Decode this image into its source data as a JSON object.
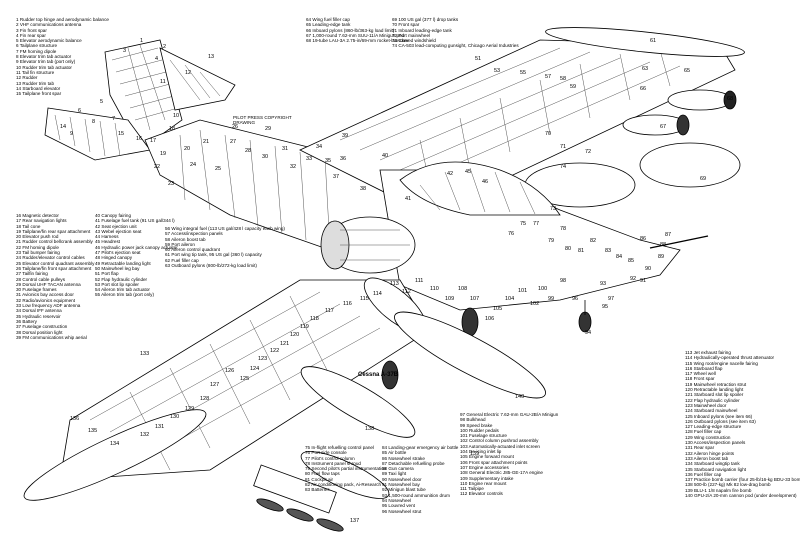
{
  "title": "Cessna A-37B",
  "copyright_note": "PILOT PRESS COPYRIGHT DRAWING",
  "legend_1": [
    "1 Rudder top hinge and aerodynamic balance",
    "2 VHF communications antenna",
    "3 Fin front spar",
    "4 Fin rear spar",
    "5 Elevator aerodynamic balance",
    "6 Tailplane structure",
    "7 FM homing dipole",
    "8 Elevator trim tab actuator",
    "9 Elevator trim tab (port only)",
    "10 Rudder trim tab actuator",
    "11 Tail fin structure",
    "12 Rudder",
    "13 Rudder trim tab",
    "14 Starboard elevator",
    "15 Tailplane front spar"
  ],
  "legend_2": [
    "16 Magnetic detector",
    "17 Rear navigation lights",
    "18 Tail cone",
    "19 Tailplane/fin rear spar attachment",
    "20 Elevator push rod",
    "21 Rudder control bellcrank assembly",
    "22 FM homing dipole",
    "23 Tail bumper fairing",
    "24 Rudder/elevator control cables",
    "25 Elevator control quadrant assembly",
    "26 Tailplane/fin front spar attachment",
    "27 Tailfin fairing",
    "28 Control cable pulleys",
    "29 Dorsal UHF TACAN antenna",
    "30 Fuselage frames",
    "31 Avionics bay access door",
    "32 Radio/avionics equipment",
    "33 Low frequency ADF antenna",
    "34 Dorsal IFF antenna",
    "35 Hydraulic reservoir",
    "36 Battery",
    "37 Fuselage construction",
    "38 Dorsal position light",
    "39 FM communications whip aerial"
  ],
  "legend_3": [
    "40 Canopy fairing",
    "41 Fuselage fuel tank (91 US gal/344 l)",
    "42 Seat ejection unit",
    "43 Webel ejection seat",
    "44 Harness",
    "45 Headrest",
    "46 Hydraulic power jack canopy actuator",
    "47 Pilot's ejection seat",
    "48 Hinged canopy",
    "49 Retractable landing light",
    "50 Mainwheel leg bay",
    "51 Port flap",
    "52 Flap hydraulic cylinder",
    "53 Port slot lip spoiler",
    "54 Aileron trim tab actuator",
    "55 Aileron trim tab (port only)"
  ],
  "legend_4": [
    "56 Wing integral fuel (113 US gal/428 l capacity each wing)",
    "57 Access/inspection panels",
    "58 Aileron boost tab",
    "59 Port aileron",
    "60 Aileron control quadrant",
    "61 Port wing tip tank, 95 US gal (360 l) capacity",
    "62 Fuel filler cap",
    "63 Outboard pylons (800-lb/272-kg load limit)"
  ],
  "legend_5": [
    "64 Wing fuel filler cap",
    "65 Leading-edge tank",
    "66 Inboard pylons (860-lb/363-kg load limit)",
    "67 1,000-round 7.62-mm SUU-11/A Minigun pod",
    "68 19-tube LAU-3A 2.75-in/69-mm rocket-launcher"
  ],
  "legend_6": [
    "69 100 US gal (377 l) drop tanks",
    "70 Front spar",
    "71 Inboard leading-edge tank",
    "72 Port mainwheel",
    "73 Curved windshield",
    "74 CA-503 lead-computing gunsight, Chicago Aerial Industries"
  ],
  "legend_7": [
    "75 In-flight refuelling control panel",
    "76 Port side console",
    "77 Pilot's control column",
    "78 Instrument panel shroud",
    "79 Second pilot's partial instrumentation",
    "80 Fuel flow taps",
    "81 Cockpit air",
    "82 Air conditioning pack, Ai-Research",
    "83 Batteries"
  ],
  "legend_8": [
    "84 Landing-gear emergency air bottle",
    "85 Air bottle",
    "86 Nosewheel strake",
    "87 Detachable refuelling probe",
    "88 Gun camera",
    "89 Taxi light",
    "90 Nosewheel door",
    "91 Nosewheel bay",
    "92 Minigun blast tube",
    "93 1,500-round ammunition drum",
    "94 Nosewheel",
    "95 Louvred vent",
    "96 Nosewheel strut"
  ],
  "legend_9": [
    "97 General Electric 7.62-mm GAU-2B/A Minigun",
    "98 Bulkhead",
    "99 Speed brake",
    "100 Rudder pedals",
    "101 Fuselage structure",
    "102 Control column pushrod assembly",
    "103 Automatically-actuated inlet screen",
    "104 De-icing inlet lip",
    "105 Engine forward mount",
    "106 Front spar attachment points",
    "107 Engine accessories",
    "108 General Electric J85-GE-17A engine",
    "109 Supplementary intake",
    "110 Engine rear mount",
    "111 Tailpipe",
    "112 Elevator controls"
  ],
  "legend_10": [
    "113 Jet exhaust fairing",
    "114 Hydraulically-operated thrust attenuator",
    "115 Wing root/engine nacelle fairing",
    "116 Starboard flap",
    "117 Wheel well",
    "118 Front spar",
    "119 Mainwheel retraction strut",
    "120 Retractable landing light",
    "121 Starboard slot lip spoiler",
    "122 Flap hydraulic cylinder",
    "123 Mainwheel door",
    "124 Starboard mainwheel",
    "125 Inboard pylons (see item 66)",
    "126 Outboard pylons (see item 63)",
    "127 Leading-edge structure",
    "128 Fuel filler cap",
    "129 Wing construction",
    "130 Access/inspection panels",
    "131 Rear spar",
    "132 Aileron hinge points",
    "133 Aileron boost tab",
    "134 Starboard wingtip tank",
    "135 Starboard navigation light",
    "136 Fuel filler cap",
    "137 Practice bomb carrier (four 25-lb/16-kg BDU-33 bombs)",
    "138 500-lb (227-kg) Mk 82 low-drag bomb",
    "139 BLU-1 1/8 napalm fire bomb",
    "140 GPU-2/A 20-mm cannon pod (under development)"
  ],
  "callouts": [
    {
      "n": "1"
    },
    {
      "n": "2"
    },
    {
      "n": "3"
    },
    {
      "n": "4"
    },
    {
      "n": "5"
    },
    {
      "n": "6"
    },
    {
      "n": "7"
    },
    {
      "n": "8"
    },
    {
      "n": "9"
    },
    {
      "n": "10"
    },
    {
      "n": "11"
    },
    {
      "n": "12"
    },
    {
      "n": "13"
    },
    {
      "n": "14"
    },
    {
      "n": "15"
    },
    {
      "n": "16"
    },
    {
      "n": "17"
    },
    {
      "n": "18"
    },
    {
      "n": "19"
    },
    {
      "n": "20"
    },
    {
      "n": "21"
    },
    {
      "n": "22"
    },
    {
      "n": "23"
    },
    {
      "n": "24"
    },
    {
      "n": "25"
    },
    {
      "n": "26"
    },
    {
      "n": "27"
    },
    {
      "n": "28"
    },
    {
      "n": "29"
    },
    {
      "n": "30"
    },
    {
      "n": "31"
    },
    {
      "n": "32"
    },
    {
      "n": "33"
    },
    {
      "n": "34"
    },
    {
      "n": "35"
    },
    {
      "n": "36"
    },
    {
      "n": "37"
    },
    {
      "n": "38"
    },
    {
      "n": "39"
    },
    {
      "n": "40"
    },
    {
      "n": "41"
    },
    {
      "n": "42"
    },
    {
      "n": "45"
    },
    {
      "n": "46"
    },
    {
      "n": "51"
    },
    {
      "n": "53"
    },
    {
      "n": "55"
    },
    {
      "n": "57"
    },
    {
      "n": "58"
    },
    {
      "n": "59"
    },
    {
      "n": "61"
    },
    {
      "n": "63"
    },
    {
      "n": "65"
    },
    {
      "n": "66"
    },
    {
      "n": "67"
    },
    {
      "n": "68"
    },
    {
      "n": "69"
    },
    {
      "n": "70"
    },
    {
      "n": "71"
    },
    {
      "n": "72"
    },
    {
      "n": "73"
    },
    {
      "n": "74"
    },
    {
      "n": "75"
    },
    {
      "n": "76"
    },
    {
      "n": "77"
    },
    {
      "n": "78"
    },
    {
      "n": "79"
    },
    {
      "n": "80"
    },
    {
      "n": "81"
    },
    {
      "n": "82"
    },
    {
      "n": "83"
    },
    {
      "n": "84"
    },
    {
      "n": "85"
    },
    {
      "n": "86"
    },
    {
      "n": "87"
    },
    {
      "n": "88"
    },
    {
      "n": "89"
    },
    {
      "n": "90"
    },
    {
      "n": "91"
    },
    {
      "n": "92"
    },
    {
      "n": "93"
    },
    {
      "n": "94"
    },
    {
      "n": "95"
    },
    {
      "n": "96"
    },
    {
      "n": "97"
    },
    {
      "n": "98"
    },
    {
      "n": "99"
    },
    {
      "n": "100"
    },
    {
      "n": "101"
    },
    {
      "n": "102"
    },
    {
      "n": "104"
    },
    {
      "n": "105"
    },
    {
      "n": "106"
    },
    {
      "n": "107"
    },
    {
      "n": "108"
    },
    {
      "n": "109"
    },
    {
      "n": "110"
    },
    {
      "n": "111"
    },
    {
      "n": "112"
    },
    {
      "n": "113"
    },
    {
      "n": "114"
    },
    {
      "n": "115"
    },
    {
      "n": "116"
    },
    {
      "n": "117"
    },
    {
      "n": "118"
    },
    {
      "n": "119"
    },
    {
      "n": "120"
    },
    {
      "n": "121"
    },
    {
      "n": "122"
    },
    {
      "n": "123"
    },
    {
      "n": "124"
    },
    {
      "n": "125"
    },
    {
      "n": "126"
    },
    {
      "n": "127"
    },
    {
      "n": "128"
    },
    {
      "n": "129"
    },
    {
      "n": "130"
    },
    {
      "n": "131"
    },
    {
      "n": "132"
    },
    {
      "n": "133"
    },
    {
      "n": "134"
    },
    {
      "n": "135"
    },
    {
      "n": "136"
    },
    {
      "n": "137"
    },
    {
      "n": "138"
    },
    {
      "n": "139"
    },
    {
      "n": "140"
    }
  ],
  "colors": {
    "ink": "#000000",
    "paper": "#ffffff",
    "hatch": "#555555"
  }
}
